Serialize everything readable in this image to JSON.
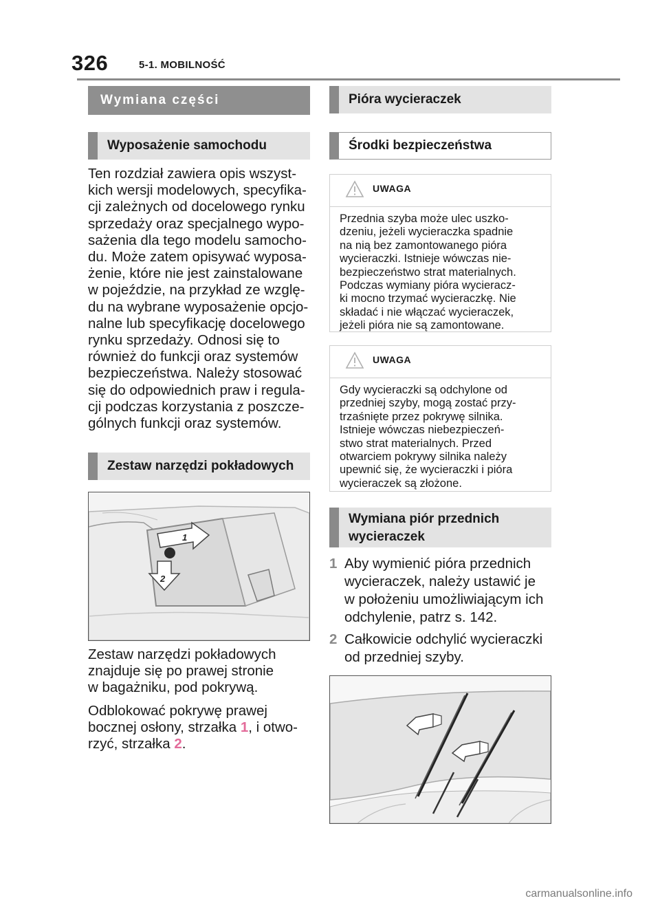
{
  "header": {
    "page_number": "326",
    "section": "5-1. MOBILNOŚĆ"
  },
  "left": {
    "main_heading": "Wymiana części",
    "equipment_heading": "Wyposażenie samochodu",
    "equipment_lines": [
      "Ten rozdział zawiera opis wszyst-",
      "kich wersji modelowych, specyfika-",
      "cji zależnych od docelowego rynku",
      "sprzedaży oraz specjalnego wypo-",
      "sażenia dla tego modelu samocho-",
      "du. Może zatem opisywać wyposa-",
      "żenie, które nie jest zainstalowane",
      "w pojeździe, na przykład ze wzglę-",
      "du na wybrane wyposażenie opcjo-",
      "nalne lub specyfikację docelowego",
      "rynku sprzedaży. Odnosi się to",
      "również do funkcji oraz systemów",
      "bezpieczeństwa. Należy stosować",
      "się do odpowiednich praw i regula-",
      "cji podczas korzystania z poszcze-",
      "gólnych funkcji oraz systemów."
    ],
    "toolkit_heading": "Zestaw narzędzi pokładowych",
    "figure_labels": [
      "1",
      "2"
    ],
    "toolkit_lines": [
      "Zestaw narzędzi pokładowych",
      "znajduje się po prawej stronie",
      "w bagażniku, pod pokrywą."
    ],
    "unlock_line1": "Odblokować pokrywę prawej",
    "unlock_line2_a": "bocznej osłony, strzałka",
    "unlock_arrow1": "1",
    "unlock_line2_b": ", i otwo-",
    "unlock_line3_a": "rzyć, strzałka",
    "unlock_arrow2": "2",
    "unlock_line3_b": "."
  },
  "right": {
    "wipers_heading": "Pióra wycieraczek",
    "safety_heading": "Środki bezpieczeństwa",
    "warnings": [
      {
        "title": "UWAGA",
        "lines": [
          "Przednia szyba może ulec uszko-",
          "dzeniu, jeżeli wycieraczka spadnie",
          "na nią bez zamontowanego pióra",
          "wycieraczki. Istnieje wówczas nie-",
          "bezpieczeństwo strat materialnych.",
          "Podczas wymiany pióra wycieracz-",
          "ki mocno trzymać wycieraczkę. Nie",
          "składać i nie włączać wycieraczek,",
          "jeżeli pióra nie są zamontowane."
        ]
      },
      {
        "title": "UWAGA",
        "lines": [
          "Gdy wycieraczki są odchylone od",
          "przedniej szyby, mogą zostać przy-",
          "trzaśnięte przez pokrywę silnika.",
          "Istnieje wówczas niebezpieczeń-",
          "stwo strat materialnych. Przed",
          "otwarciem pokrywy silnika należy",
          "upewnić się, że wycieraczki i pióra",
          "wycieraczek są złożone."
        ]
      }
    ],
    "replace_heading_l1": "Wymiana piór przednich",
    "replace_heading_l2": "wycieraczek",
    "steps": [
      {
        "num": "1",
        "lines": [
          "Aby wymienić pióra przednich",
          "wycieraczek, należy ustawić je",
          "w położeniu umożliwiającym ich",
          "odchylenie, patrz s. 142."
        ]
      },
      {
        "num": "2",
        "lines": [
          "Całkowicie odchylić wycieraczki",
          "od przedniej szyby."
        ]
      }
    ]
  },
  "footer": {
    "watermark": "carmanualsonline.info"
  }
}
